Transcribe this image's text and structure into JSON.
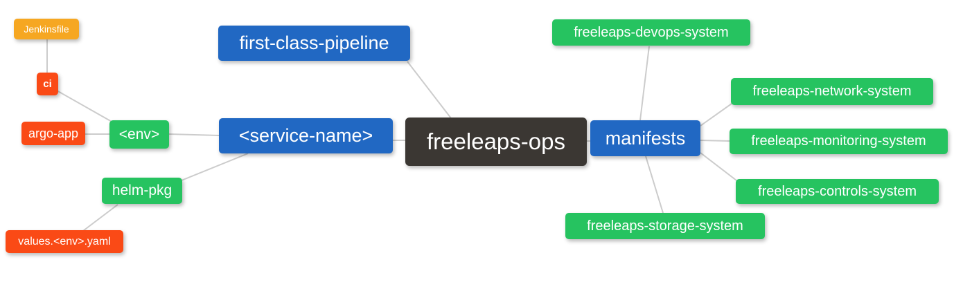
{
  "diagram": {
    "title": "freeleaps-ops mind map",
    "root": "freeleaps-ops",
    "nodes": [
      {
        "id": "jenkinsfile",
        "label": "Jenkinsfile",
        "color": "orange"
      },
      {
        "id": "ci",
        "label": "ci",
        "color": "red"
      },
      {
        "id": "argo-app",
        "label": "argo-app",
        "color": "red"
      },
      {
        "id": "env",
        "label": "<env>",
        "color": "green"
      },
      {
        "id": "helm-pkg",
        "label": "helm-pkg",
        "color": "green"
      },
      {
        "id": "values-env-yaml",
        "label": "values.<env>.yaml",
        "color": "red"
      },
      {
        "id": "first-class-pipeline",
        "label": "first-class-pipeline",
        "color": "blue"
      },
      {
        "id": "service-name",
        "label": "<service-name>",
        "color": "blue"
      },
      {
        "id": "freeleaps-ops",
        "label": "freeleaps-ops",
        "color": "dark"
      },
      {
        "id": "manifests",
        "label": "manifests",
        "color": "blue"
      },
      {
        "id": "freeleaps-devops-system",
        "label": "freeleaps-devops-system",
        "color": "green"
      },
      {
        "id": "freeleaps-network-system",
        "label": "freeleaps-network-system",
        "color": "green"
      },
      {
        "id": "freeleaps-monitoring-system",
        "label": "freeleaps-monitoring-system",
        "color": "green"
      },
      {
        "id": "freeleaps-controls-system",
        "label": "freeleaps-controls-system",
        "color": "green"
      },
      {
        "id": "freeleaps-storage-system",
        "label": "freeleaps-storage-system",
        "color": "green"
      }
    ],
    "edges": [
      [
        "jenkinsfile",
        "ci"
      ],
      [
        "ci",
        "env"
      ],
      [
        "argo-app",
        "env"
      ],
      [
        "env",
        "service-name"
      ],
      [
        "values-env-yaml",
        "helm-pkg"
      ],
      [
        "helm-pkg",
        "service-name"
      ],
      [
        "service-name",
        "freeleaps-ops"
      ],
      [
        "first-class-pipeline",
        "freeleaps-ops"
      ],
      [
        "freeleaps-ops",
        "manifests"
      ],
      [
        "manifests",
        "freeleaps-devops-system"
      ],
      [
        "manifests",
        "freeleaps-network-system"
      ],
      [
        "manifests",
        "freeleaps-monitoring-system"
      ],
      [
        "manifests",
        "freeleaps-controls-system"
      ],
      [
        "manifests",
        "freeleaps-storage-system"
      ]
    ],
    "colors": {
      "blue": "#2168c3",
      "green": "#26c360",
      "red": "#fa4a16",
      "orange": "#f6a722",
      "dark": "#3b3733",
      "edge": "#cccccc",
      "text": "#ffffff",
      "background": "#ffffff"
    }
  }
}
